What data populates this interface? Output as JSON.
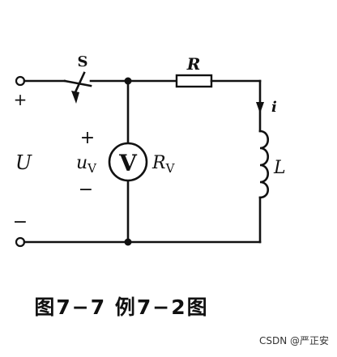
{
  "labels": {
    "switch": "S",
    "plus_left": "+",
    "minus_left": "−",
    "voltage_source": "U",
    "resistor": "R",
    "current": "i",
    "inductor": "L",
    "meter_plus": "+",
    "meter_minus": "−",
    "meter_voltage_main": "u",
    "meter_voltage_sub": "V",
    "meter_symbol": "V",
    "meter_resistance_main": "R",
    "meter_resistance_sub": "V"
  },
  "caption": "图7−7   例7−2图",
  "watermark": "CSDN @严正安"
}
